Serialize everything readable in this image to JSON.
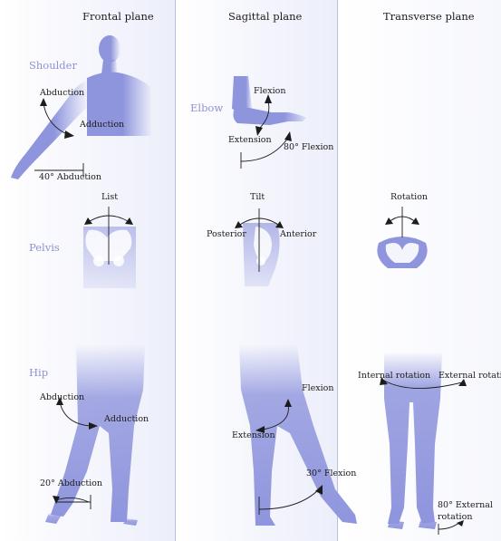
{
  "headers": {
    "frontal": "Frontal plane",
    "sagittal": "Sagittal plane",
    "transverse": "Transverse plane"
  },
  "regions": {
    "shoulder": "Shoulder",
    "elbow": "Elbow",
    "pelvis": "Pelvis",
    "hip": "Hip"
  },
  "shoulder": {
    "abduction": "Abduction",
    "adduction": "Adduction",
    "range": "40° Abduction"
  },
  "elbow": {
    "flexion": "Flexion",
    "extension": "Extension",
    "range": "80° Flexion"
  },
  "pelvis": {
    "list": "List",
    "tilt": "Tilt",
    "posterior": "Posterior",
    "anterior": "Anterior",
    "rotation": "Rotation"
  },
  "hip_frontal": {
    "abduction": "Abduction",
    "adduction": "Adduction",
    "range": "20° Abduction"
  },
  "hip_sagittal": {
    "flexion": "Flexion",
    "extension": "Extension",
    "range": "30° Flexion"
  },
  "hip_transverse": {
    "internal": "Internal rotation",
    "external": "External rotation",
    "range_line1": "80° External",
    "range_line2": "rotation"
  },
  "colors": {
    "figure": "#8f95dd",
    "region_label": "#8d92d2",
    "background_tint": "#eef0fa",
    "divider": "#b8bde6"
  }
}
